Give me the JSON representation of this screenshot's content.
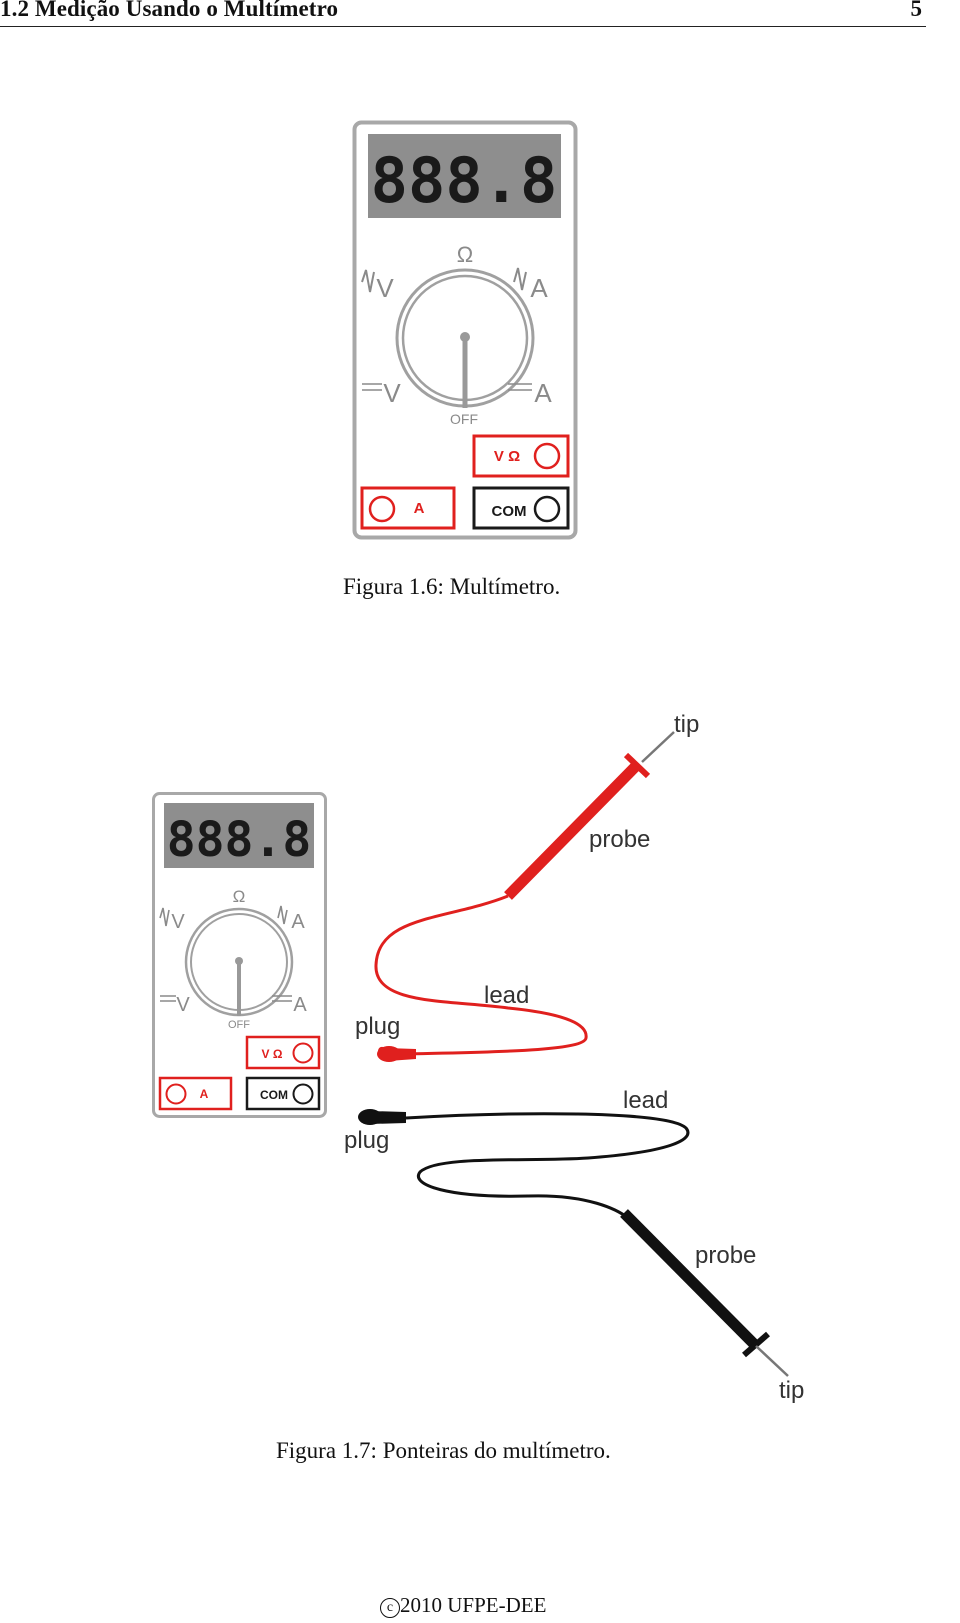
{
  "header": {
    "section_title": "1.2 Medição Usando o Multímetro",
    "page_number": "5"
  },
  "multimeter": {
    "display": "888.8",
    "dial_labels": {
      "ohm": "Ω",
      "ac_volts": "V",
      "ac_amps": "A",
      "dc_volts": "V",
      "dc_amps": "A",
      "off": "OFF"
    },
    "jacks": {
      "volt_ohm": "V Ω",
      "amps": "A",
      "common": "COM"
    },
    "colors": {
      "red": "#e0201e",
      "black": "#111111",
      "gray": "#9a9a9a",
      "display_bg": "#8e8e8e"
    }
  },
  "figure_1_6": {
    "caption": "Figura 1.6: Multímetro."
  },
  "figure_1_7": {
    "caption": "Figura 1.7: Ponteiras do multímetro.",
    "labels": {
      "tip_red": "tip",
      "probe_red": "probe",
      "lead_red": "lead",
      "plug_red": "plug",
      "lead_black": "lead",
      "plug_black": "plug",
      "probe_black": "probe",
      "tip_black": "tip"
    }
  },
  "footer": {
    "copyright_symbol": "c",
    "text": "2010 UFPE-DEE"
  }
}
